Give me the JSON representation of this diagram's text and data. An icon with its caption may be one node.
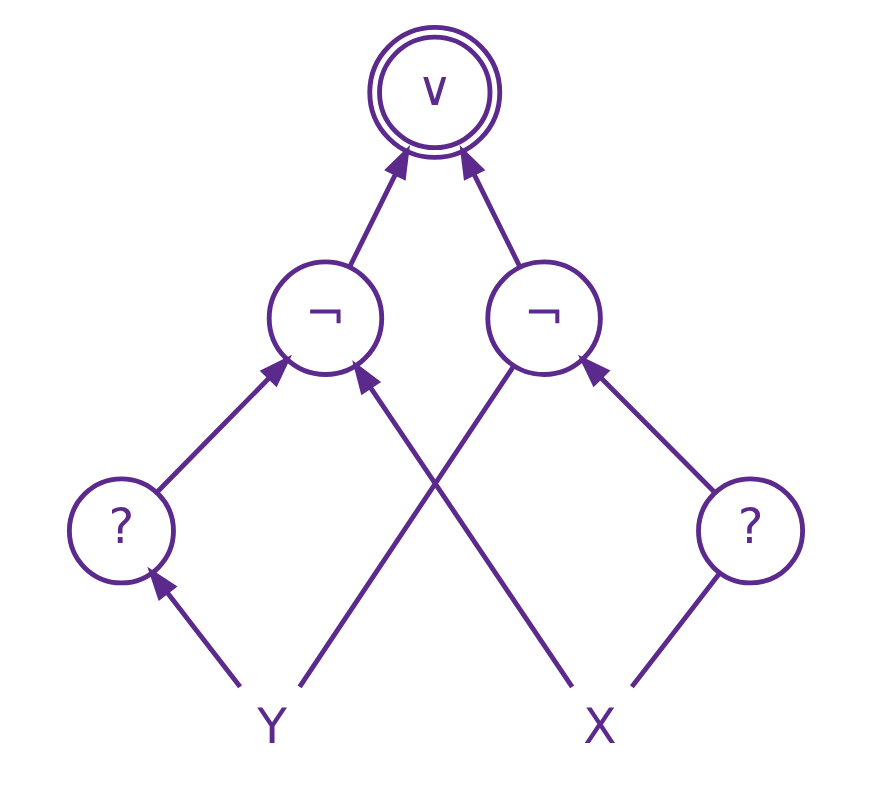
{
  "diagram": {
    "nodes": [
      {
        "text": [
          "∨"
        ]
      },
      {
        "text": [
          "¬"
        ]
      },
      {
        "text": [
          "¬"
        ]
      },
      {
        "text": [
          "?"
        ]
      },
      {
        "text": [
          "?"
        ]
      },
      {
        "text": [
          "X"
        ]
      },
      {
        "text": [
          "Y"
        ]
      }
    ],
    "edges": [
      {
        "from": 5,
        "to": 1,
        "arrow": "to"
      },
      {
        "from": 6,
        "to": 4,
        "arrow": "to"
      },
      {
        "from": 4,
        "to": 1,
        "arrow": "to"
      },
      {
        "from": 1,
        "to": 0,
        "arrow": "to"
      },
      {
        "from": 2,
        "to": 0,
        "arrow": "to"
      },
      {
        "from": 5,
        "to": 3,
        "arrow": "none"
      },
      {
        "from": 3,
        "to": 2,
        "arrow": "to"
      },
      {
        "from": 6,
        "to": 2,
        "arrow": "none"
      }
    ]
  }
}
